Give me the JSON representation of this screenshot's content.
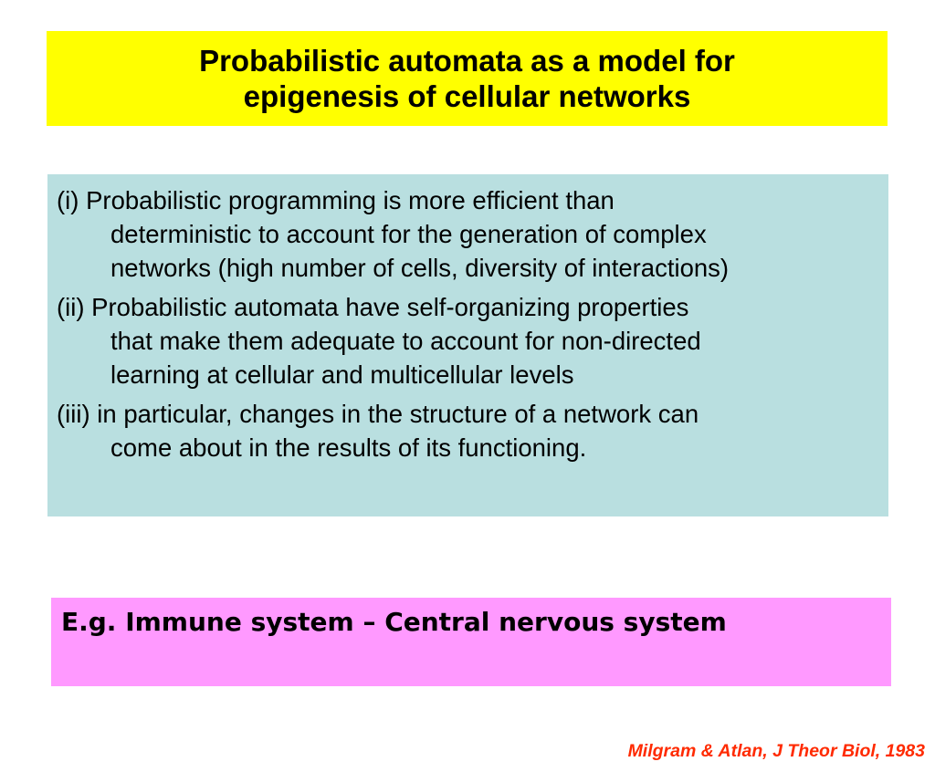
{
  "slide": {
    "title_lines": [
      "Probabilistic automata as a model for",
      "epigenesis of cellular networks"
    ],
    "points": [
      {
        "lines": [
          "(i) Probabilistic programming is more efficient than",
          "deterministic to account for the generation of complex",
          "networks (high number of cells, diversity of interactions)"
        ]
      },
      {
        "lines": [
          "(ii) Probabilistic automata have self-organizing properties",
          "that make them adequate to account for non-directed",
          "learning at cellular and multicellular levels"
        ]
      },
      {
        "lines": [
          "(iii) in particular, changes in the structure of a network can",
          "come about in the results of its functioning."
        ]
      }
    ],
    "example": "E.g. Immune system – Central nervous system",
    "citation": "Milgram & Atlan, J Theor Biol, 1983",
    "colors": {
      "title_background": "#ffff00",
      "points_background": "#b9dfe0",
      "example_background": "#ff99ff",
      "citation_text": "#ff2a00"
    }
  }
}
